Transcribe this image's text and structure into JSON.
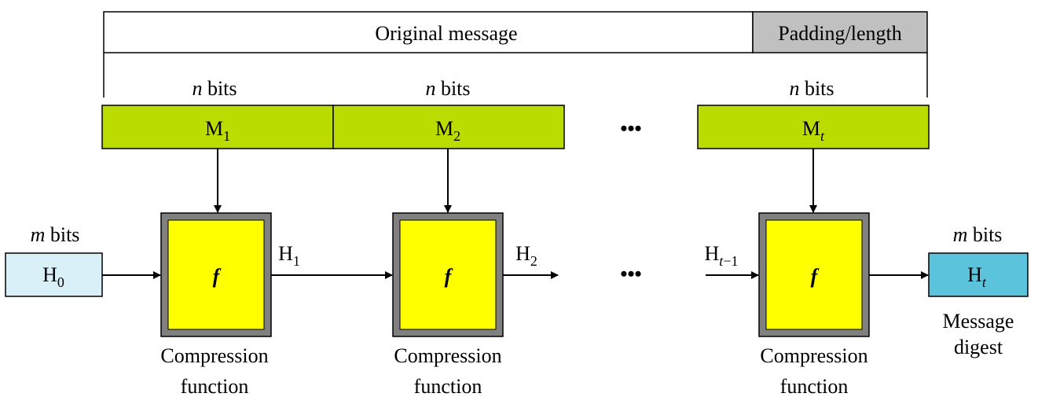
{
  "message": {
    "original": "Original message",
    "padding": "Padding/length"
  },
  "blocks": [
    {
      "size_var": "n",
      "size_unit": "bits",
      "base": "M",
      "sub": "1"
    },
    {
      "size_var": "n",
      "size_unit": "bits",
      "base": "M",
      "sub": "2"
    },
    {
      "size_var": "n",
      "size_unit": "bits",
      "base": "M",
      "sub": "t"
    }
  ],
  "ellipsis": "•••",
  "function": {
    "symbol": "f",
    "caption_line1": "Compression",
    "caption_line2": "function"
  },
  "h0": {
    "size_var": "m",
    "size_unit": "bits",
    "base": "H",
    "sub": "0"
  },
  "chain": {
    "h1": {
      "base": "H",
      "sub": "1"
    },
    "h2": {
      "base": "H",
      "sub": "2"
    },
    "ht1": {
      "base": "H",
      "sub_var": "t",
      "sub_rest": "−1"
    }
  },
  "ht": {
    "size_var": "m",
    "size_unit": "bits",
    "base": "H",
    "sub": "t",
    "caption_line1": "Message",
    "caption_line2": "digest"
  },
  "colors": {
    "message_block": "#bcdc00",
    "padding": "#c0c0c0",
    "function_fill": "#ffff00",
    "function_frame": "#808080",
    "h0_fill": "#d9f0f8",
    "ht_fill": "#5bc4dc"
  }
}
